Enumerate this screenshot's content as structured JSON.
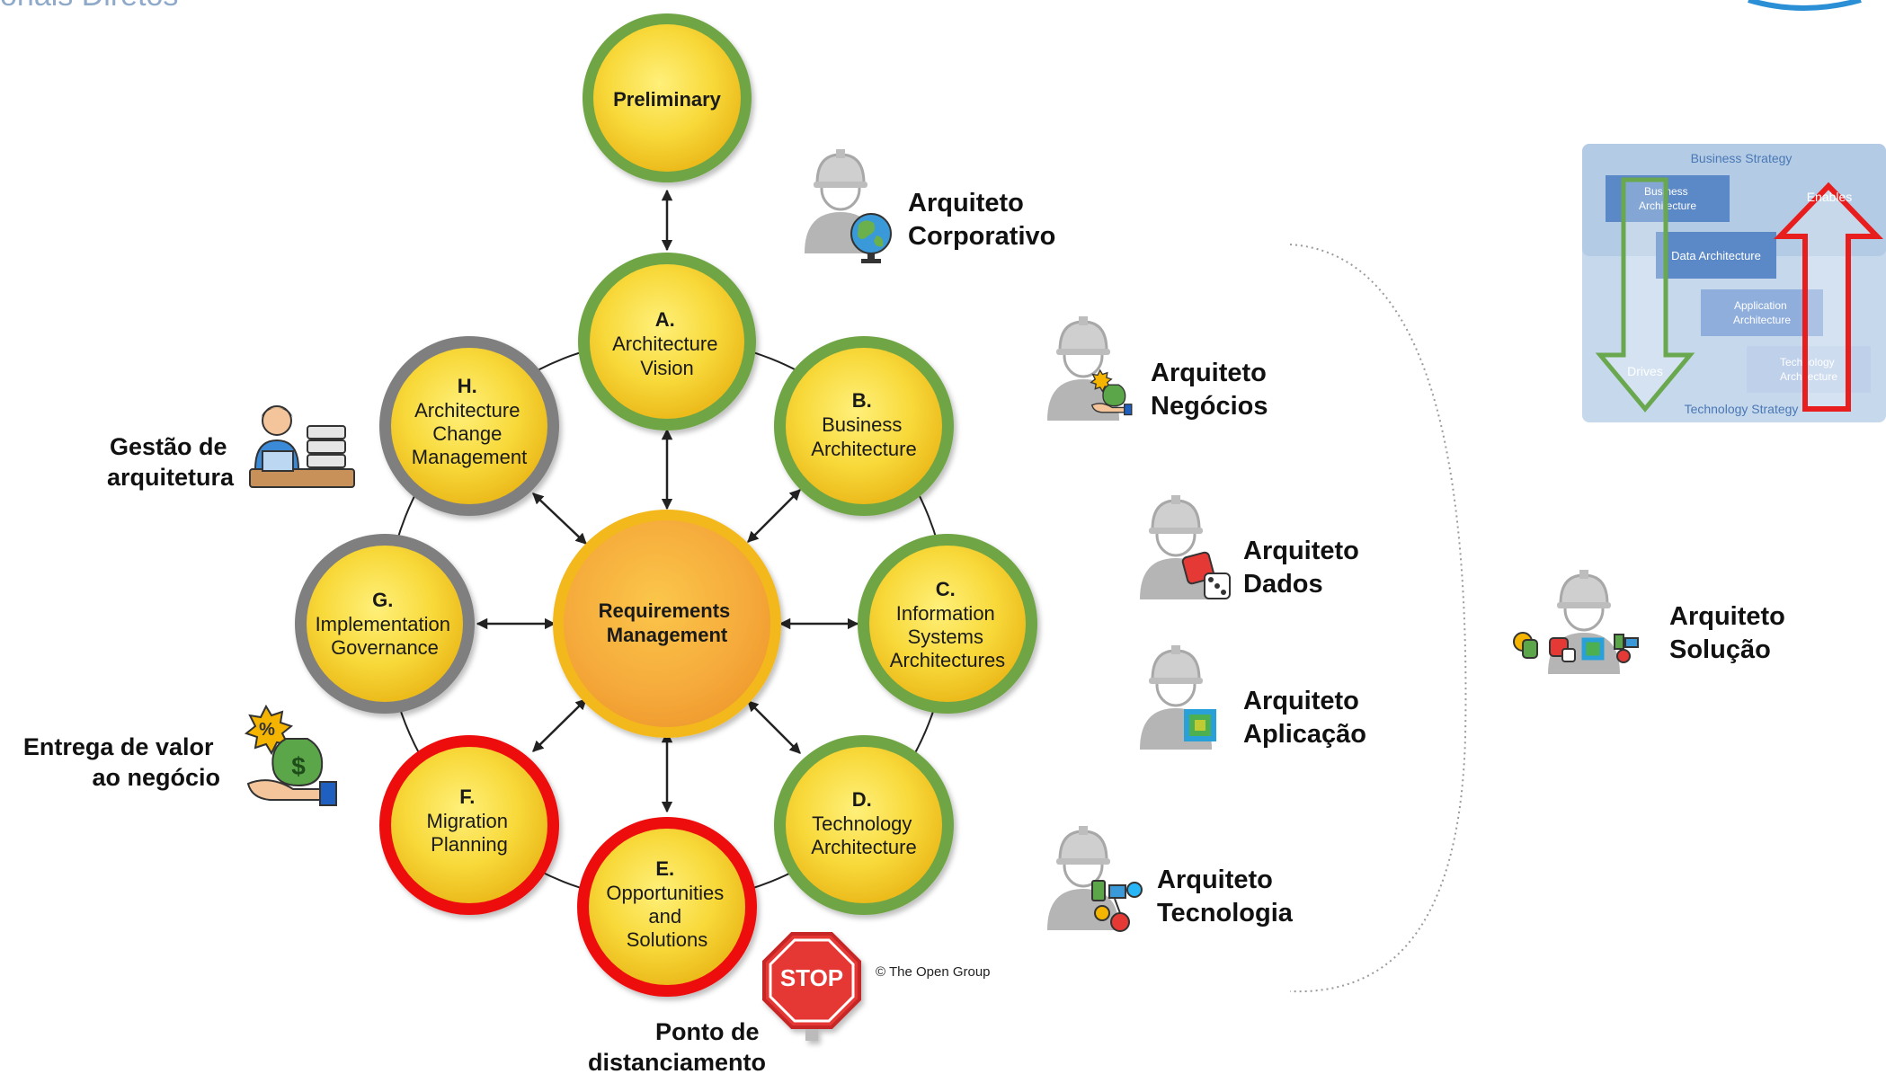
{
  "brand_text": "onais Diretos",
  "copyright": "© The Open Group",
  "center": {
    "line1": "Requirements",
    "line2": "Management"
  },
  "phases": {
    "preliminary": {
      "letter": "",
      "lines": [
        "Preliminary"
      ]
    },
    "a": {
      "letter": "A.",
      "lines": [
        "Architecture",
        "Vision"
      ]
    },
    "b": {
      "letter": "B.",
      "lines": [
        "Business",
        "Architecture"
      ]
    },
    "c": {
      "letter": "C.",
      "lines": [
        "Information",
        "Systems",
        "Architectures"
      ]
    },
    "d": {
      "letter": "D.",
      "lines": [
        "Technology",
        "Architecture"
      ]
    },
    "e": {
      "letter": "E.",
      "lines": [
        "Opportunities",
        "and",
        "Solutions"
      ]
    },
    "f": {
      "letter": "F.",
      "lines": [
        "Migration",
        "Planning"
      ]
    },
    "g": {
      "letter": "G.",
      "lines": [
        "Implementation",
        "Governance"
      ]
    },
    "h": {
      "letter": "H.",
      "lines": [
        "Architecture",
        "Change",
        "Management"
      ]
    }
  },
  "ring_colors": {
    "green": "#6fa544",
    "gray": "#7f7f7f",
    "red": "#ee1111",
    "center": "#f3b81a"
  },
  "side_labels": {
    "gestao": [
      "Gestão de",
      "arquitetura"
    ],
    "entrega": [
      "Entrega de valor",
      "ao negócio"
    ],
    "ponto": [
      "Ponto de",
      "distanciamento"
    ],
    "stop": "STOP"
  },
  "roles": {
    "corporativo": [
      "Arquiteto",
      "Corporativo"
    ],
    "negocios": [
      "Arquiteto",
      "Negócios"
    ],
    "dados": [
      "Arquiteto",
      "Dados"
    ],
    "aplicacao": [
      "Arquiteto",
      "Aplicação"
    ],
    "tecnologia": [
      "Arquiteto",
      "Tecnologia"
    ],
    "solucao": [
      "Arquiteto",
      "Solução"
    ]
  },
  "mini_diagram": {
    "top": "Business Strategy",
    "bottom": "Technology Strategy",
    "business": [
      "Business",
      "Architecture"
    ],
    "data": "Data Architecture",
    "application": [
      "Application",
      "Architecture"
    ],
    "technology": [
      "Technology",
      "Architecture"
    ],
    "drives": "Drives",
    "enables": "Enables"
  },
  "icons": {
    "globe": "globe-icon",
    "money": "money-bag-icon",
    "dice": "dice-icon",
    "chip": "chip-icon",
    "network": "network-devices-icon",
    "worker": "hard-hat-worker-icon",
    "laptop": "laptop-server-icon",
    "stop": "stop-sign-icon"
  }
}
